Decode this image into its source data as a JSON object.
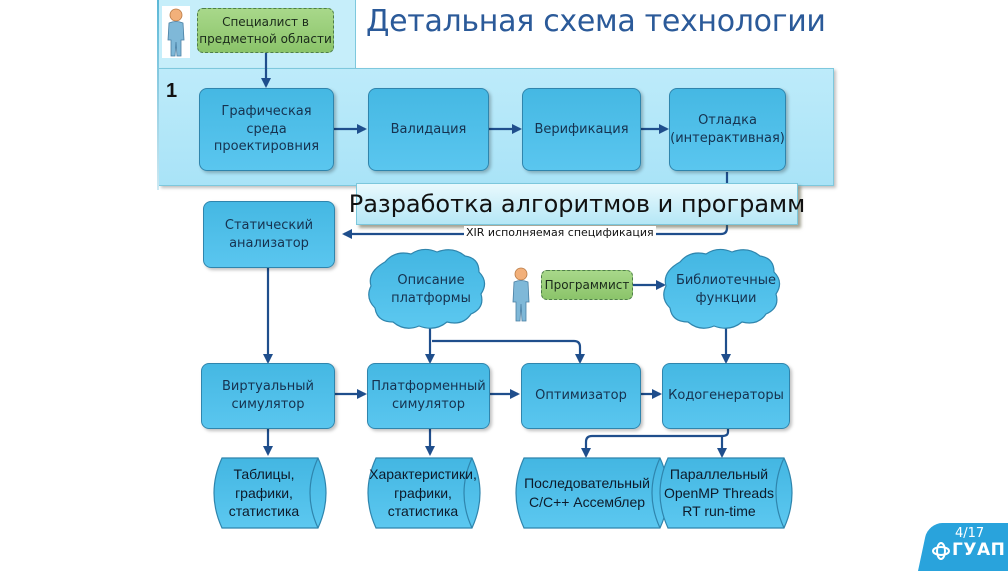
{
  "slide": {
    "title": "Детальная схема технологии",
    "stage_number": "1",
    "band_title": "Разработка алгоритмов и программ",
    "page": "4/17",
    "logo_text": "ГУАП"
  },
  "actors": {
    "domain_expert": "Специалист в предметной области",
    "programmer": "Программист"
  },
  "design_stage": [
    {
      "id": "graphic-env",
      "label": "Графическая среда проектировния"
    },
    {
      "id": "validation",
      "label": "Валидация"
    },
    {
      "id": "verification",
      "label": "Верификация"
    },
    {
      "id": "debugging",
      "label": "Отладка (интерактивная)"
    }
  ],
  "connector_label": "XIR исполняемая спецификация",
  "processes": {
    "static_analyzer": "Статический анализатор",
    "virtual_simulator": "Виртуальный симулятор",
    "platform_simulator": "Платформенный симулятор",
    "optimizer": "Оптимизатор",
    "codegen": "Кодогенераторы"
  },
  "clouds": {
    "platform_description": "Описание платформы",
    "library_functions": "Библиотечные функции"
  },
  "outputs": {
    "tables": "Таблицы, графики, статистика",
    "characteristics": "Характеристики, графики, статистика",
    "sequential": "Последовательный C/C++ Ассемблер",
    "parallel": "Параллельный OpenMP Threads RT run-time"
  },
  "colors": {
    "process_fill": "#4fbfea",
    "process_border": "#2f85ad",
    "actor_fill": "#9bcf7b",
    "arrow": "#1f4e8c",
    "title": "#2b5a99",
    "panel": "#b3e7f8",
    "logo": "#29a3dc"
  }
}
